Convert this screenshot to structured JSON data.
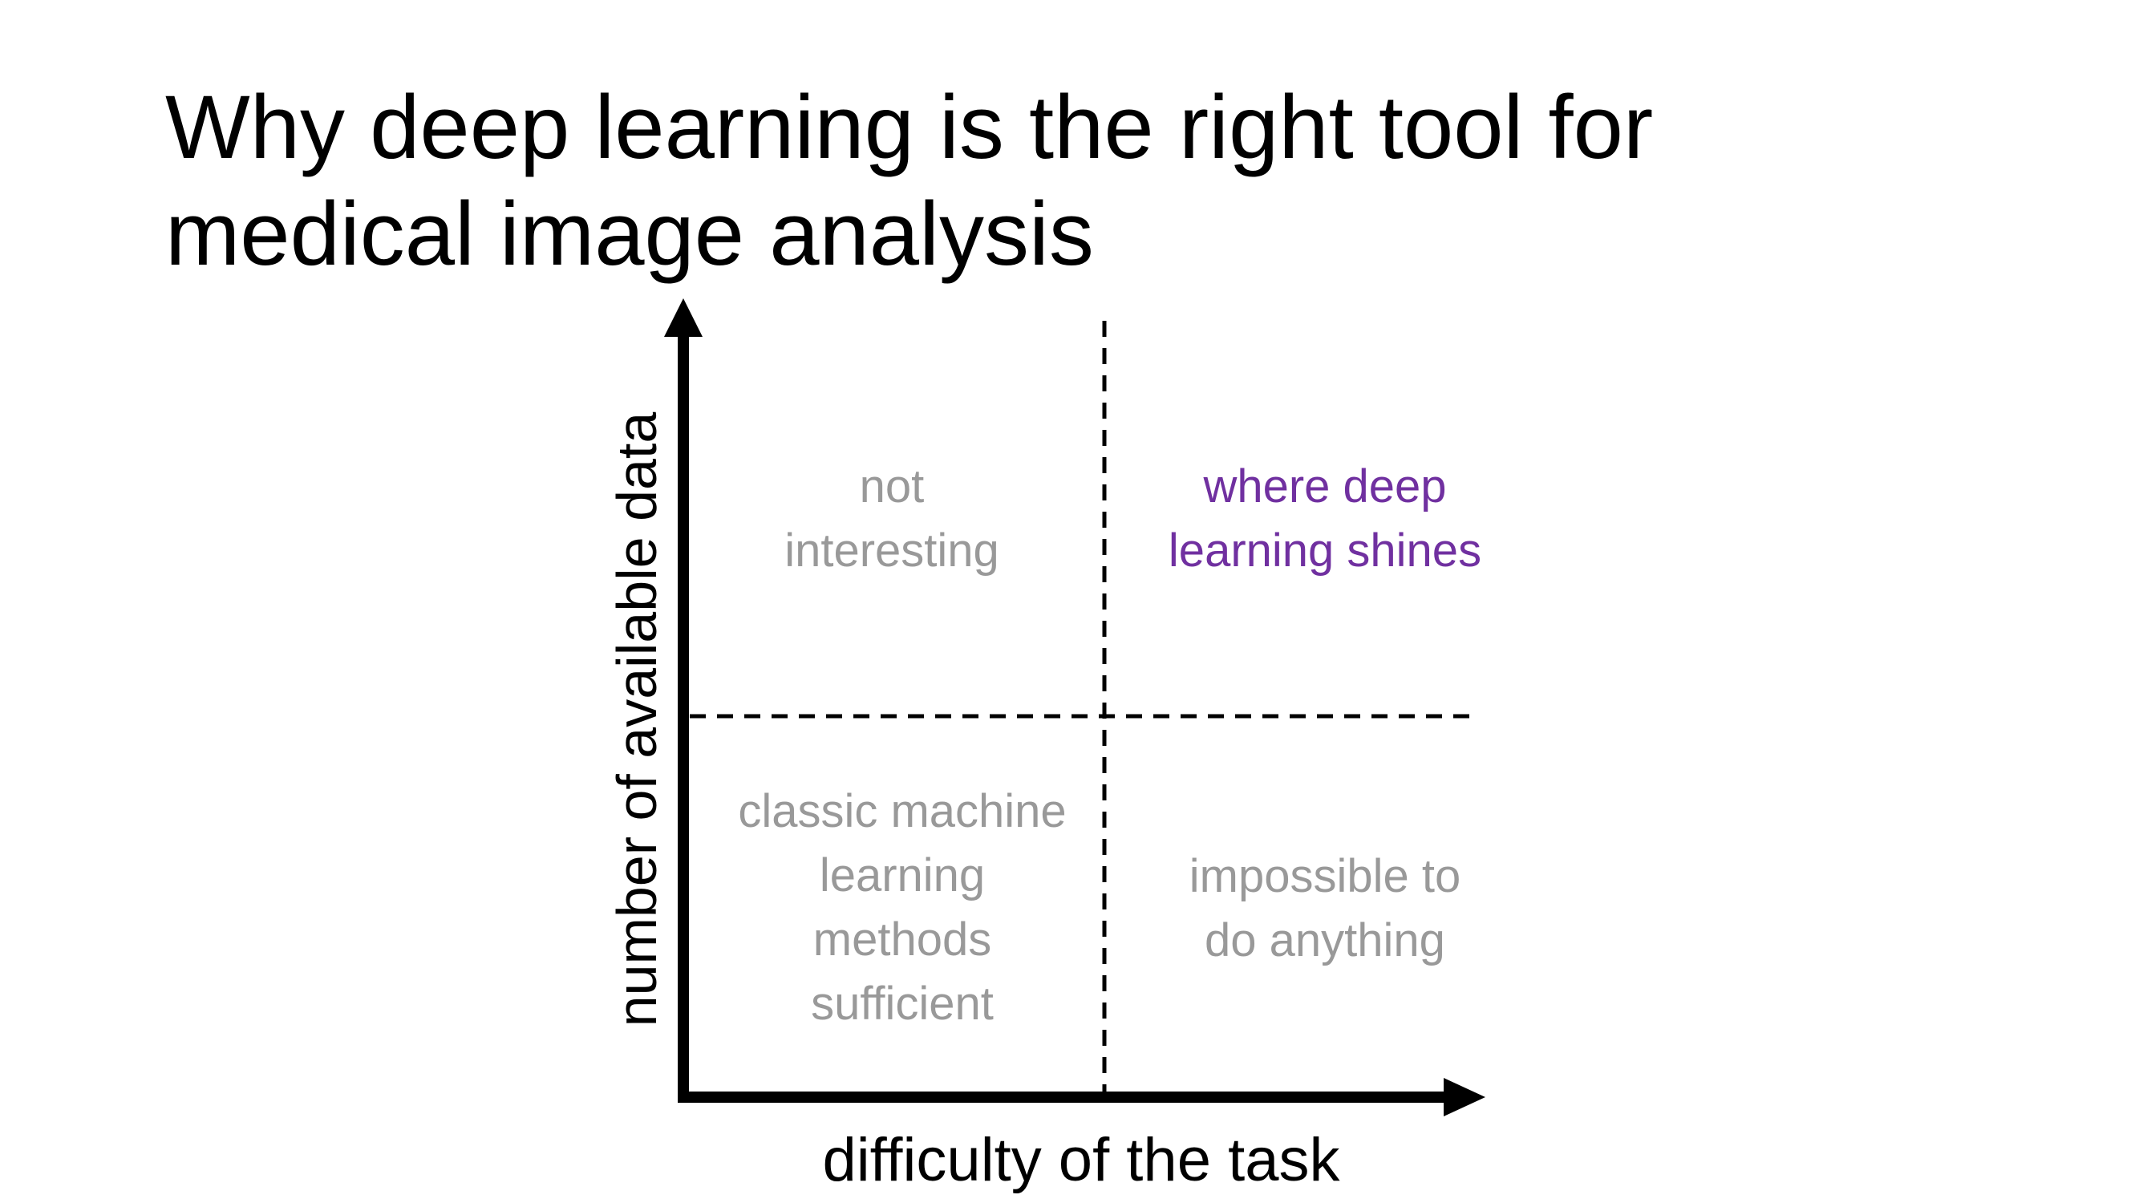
{
  "slide": {
    "title_line1": "Why deep learning is the right tool for",
    "title_line2": "medical image analysis"
  },
  "diagram": {
    "y_axis_label": "number of available data",
    "x_axis_label": "difficulty of the task",
    "quadrants": {
      "top_left": [
        "not",
        "interesting"
      ],
      "top_right": [
        "where deep",
        "learning shines"
      ],
      "bottom_left": [
        "classic machine",
        "learning",
        "methods",
        "sufficient"
      ],
      "bottom_right": [
        "impossible to",
        "do anything"
      ]
    },
    "colors": {
      "muted_text": "#999999",
      "highlight_text": "#7030A0",
      "axis": "#000000"
    }
  }
}
